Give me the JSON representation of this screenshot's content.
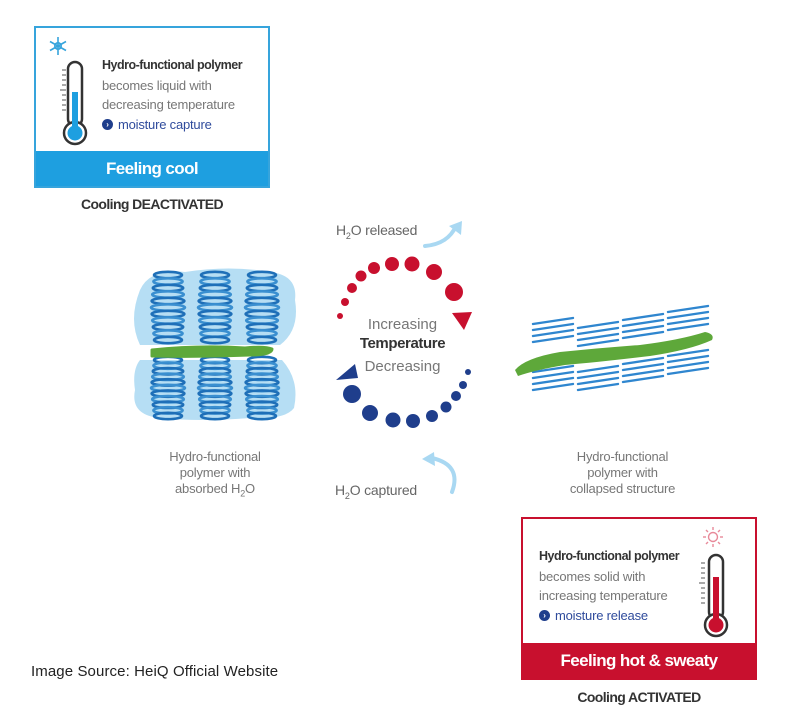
{
  "cool_card": {
    "title": "Hydro-functional polymer",
    "line1": "becomes liquid with",
    "line2": "decreasing temperature",
    "link": "moisture capture",
    "banner": "Feeling cool",
    "state": "Cooling DEACTIVATED",
    "icon": "snowflake-icon",
    "accent": "#1e9fe0"
  },
  "hot_card": {
    "title": "Hydro-functional polymer",
    "line1": "becomes solid with",
    "line2": "increasing temperature",
    "link": "moisture release",
    "banner": "Feeling hot & sweaty",
    "state": "Cooling ACTIVATED",
    "icon": "sun-icon",
    "accent": "#c8102e"
  },
  "cycle": {
    "top_label_pre": "H",
    "top_label_sub": "2",
    "top_label_post": "O released",
    "bottom_label_pre": "H",
    "bottom_label_sub": "2",
    "bottom_label_post": "O captured",
    "increasing": "Increasing",
    "temperature": "Temperature",
    "decreasing": "Decreasing",
    "red": "#c8102e",
    "blue": "#1f3e8c"
  },
  "left_structure": {
    "line1": "Hydro-functional",
    "line2": "polymer with",
    "line3_pre": "absorbed H",
    "line3_sub": "2",
    "line3_post": "O"
  },
  "right_structure": {
    "line1": "Hydro-functional",
    "line2": "polymer with",
    "line3": "collapsed structure"
  },
  "source": "Image Source: HeiQ Official Website"
}
